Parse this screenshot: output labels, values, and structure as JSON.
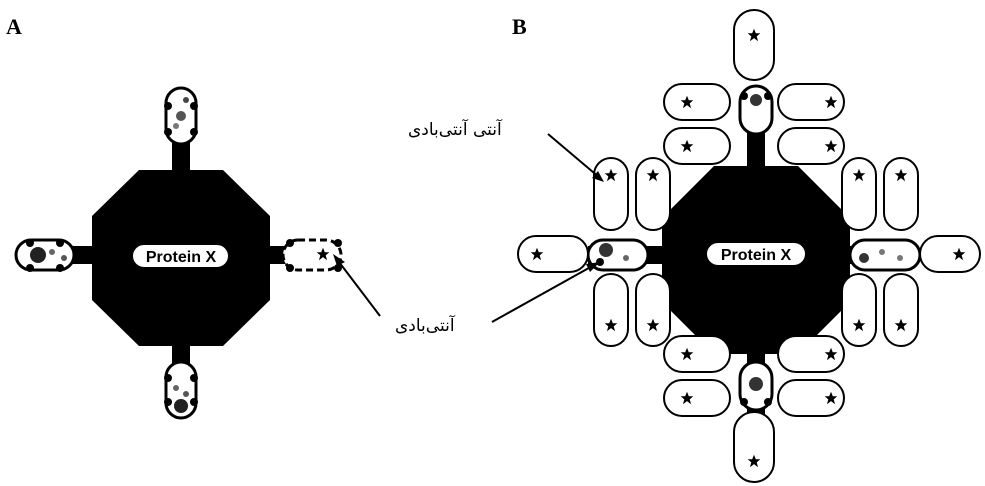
{
  "panels": [
    {
      "label": "A",
      "protein_label": "Protein X"
    },
    {
      "label": "B",
      "protein_label": "Protein X"
    }
  ],
  "annotations": {
    "secondary_antibody": "آنتی آنتی‌بادی",
    "primary_antibody": "آنتی‌بادی"
  },
  "colors": {
    "octagon": "#000000",
    "antibody_fill": "#ffffff",
    "stroke": "#000000"
  }
}
